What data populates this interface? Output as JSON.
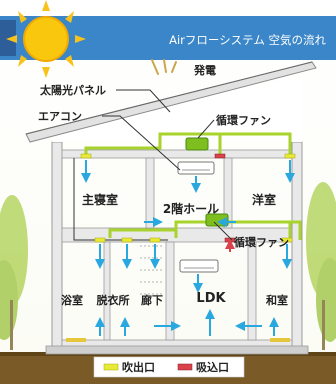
{
  "header": {
    "title": "Airフローシステム 空気の流れ",
    "bg_color": "#3a86c8"
  },
  "labels": {
    "hatsuden": "発電",
    "solar_panel": "太陽光パネル",
    "aircon": "エアコン",
    "fan_upper": "循環ファン",
    "fan_lower": "循環ファン"
  },
  "rooms": {
    "master_bedroom": "主寝室",
    "hall_2f": "2階ホール",
    "western_room": "洋室",
    "bathroom": "浴室",
    "dressing_room": "脱衣所",
    "hallway": "廊下",
    "ldk": "LDK",
    "japanese_room": "和室"
  },
  "legend": {
    "outlet": "吹出口",
    "inlet": "吸込口",
    "outlet_color": "#e8ea3a",
    "inlet_color": "#d8434c"
  },
  "colors": {
    "duct": "#a8d32a",
    "arrow": "#29a7df",
    "wall": "#f4f4f4",
    "ground": "#7a5a26"
  }
}
